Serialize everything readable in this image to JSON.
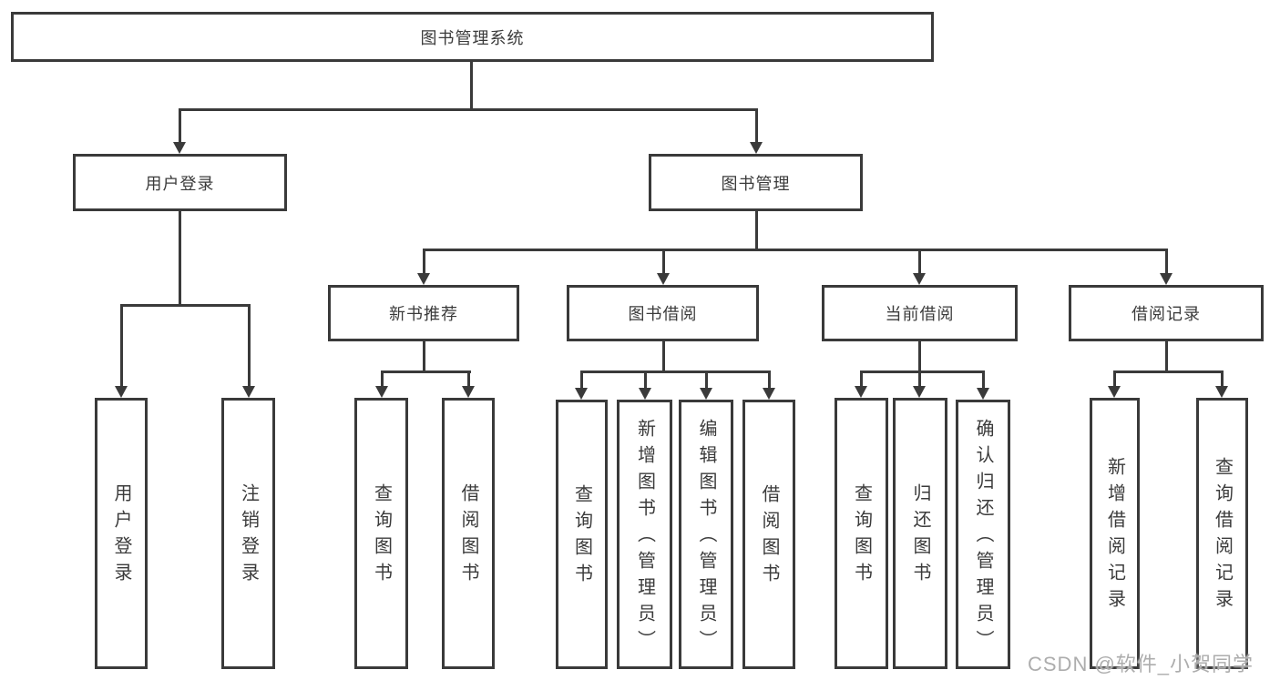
{
  "diagram": {
    "type": "hierarchy",
    "title": "图书管理系统",
    "colors": {
      "line": "#3a3a3a",
      "text": "#3b3b3b",
      "background": "#ffffff",
      "watermark": "#adadad"
    }
  },
  "tree": {
    "label": "图书管理系统",
    "children": [
      {
        "label": "用户登录",
        "children": [
          {
            "label": "用户登录"
          },
          {
            "label": "注销登录"
          }
        ]
      },
      {
        "label": "图书管理",
        "children": [
          {
            "label": "新书推荐",
            "children": [
              {
                "label": "查询图书"
              },
              {
                "label": "借阅图书"
              }
            ]
          },
          {
            "label": "图书借阅",
            "children": [
              {
                "label": "查询图书"
              },
              {
                "label": "新增图书（管理员）"
              },
              {
                "label": "编辑图书（管理员）"
              },
              {
                "label": "借阅图书"
              }
            ]
          },
          {
            "label": "当前借阅",
            "children": [
              {
                "label": "查询图书"
              },
              {
                "label": "归还图书"
              },
              {
                "label": "确认归还（管理员）"
              }
            ]
          },
          {
            "label": "借阅记录",
            "children": [
              {
                "label": "新增借阅记录"
              },
              {
                "label": "查询借阅记录"
              }
            ]
          }
        ]
      }
    ]
  },
  "watermark": "CSDN @软件_小贺同学"
}
